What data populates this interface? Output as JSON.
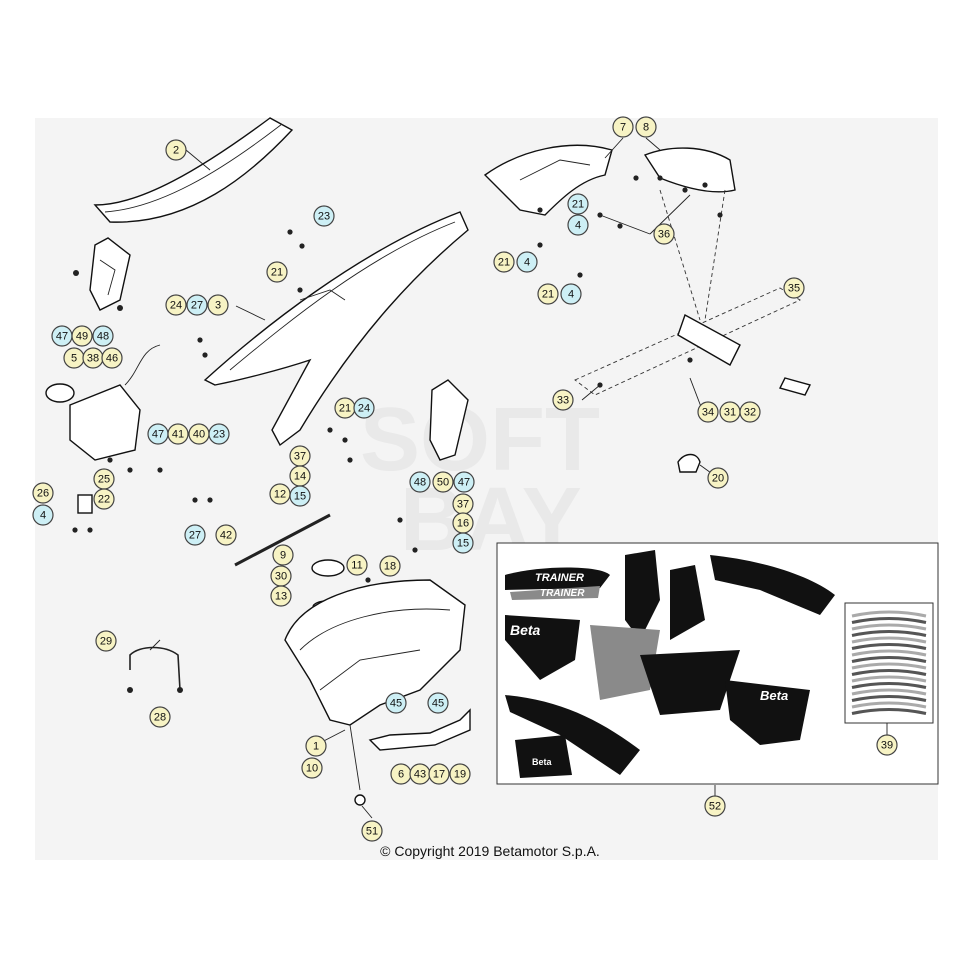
{
  "diagram": {
    "callouts": [
      {
        "label": "2",
        "style": "y"
      },
      {
        "label": "7",
        "style": "y"
      },
      {
        "label": "8",
        "style": "y"
      },
      {
        "label": "23",
        "style": "b"
      },
      {
        "label": "21",
        "style": "y"
      },
      {
        "label": "21",
        "style": "b"
      },
      {
        "label": "4",
        "style": "b"
      },
      {
        "label": "21",
        "style": "y"
      },
      {
        "label": "4",
        "style": "b"
      },
      {
        "label": "21",
        "style": "y"
      },
      {
        "label": "4",
        "style": "b"
      },
      {
        "label": "36",
        "style": "y"
      },
      {
        "label": "24",
        "style": "y"
      },
      {
        "label": "27",
        "style": "b"
      },
      {
        "label": "3",
        "style": "y"
      },
      {
        "label": "47",
        "style": "b"
      },
      {
        "label": "49",
        "style": "y"
      },
      {
        "label": "48",
        "style": "b"
      },
      {
        "label": "35",
        "style": "y"
      },
      {
        "label": "5",
        "style": "y"
      },
      {
        "label": "38",
        "style": "y"
      },
      {
        "label": "46",
        "style": "y"
      },
      {
        "label": "33",
        "style": "y"
      },
      {
        "label": "34",
        "style": "y"
      },
      {
        "label": "31",
        "style": "y"
      },
      {
        "label": "32",
        "style": "y"
      },
      {
        "label": "21",
        "style": "y"
      },
      {
        "label": "24",
        "style": "b"
      },
      {
        "label": "47",
        "style": "b"
      },
      {
        "label": "41",
        "style": "y"
      },
      {
        "label": "40",
        "style": "y"
      },
      {
        "label": "23",
        "style": "b"
      },
      {
        "label": "37",
        "style": "y"
      },
      {
        "label": "14",
        "style": "y"
      },
      {
        "label": "20",
        "style": "y"
      },
      {
        "label": "25",
        "style": "y"
      },
      {
        "label": "48",
        "style": "b"
      },
      {
        "label": "50",
        "style": "y"
      },
      {
        "label": "47",
        "style": "b"
      },
      {
        "label": "26",
        "style": "y"
      },
      {
        "label": "22",
        "style": "y"
      },
      {
        "label": "12",
        "style": "y"
      },
      {
        "label": "15",
        "style": "b"
      },
      {
        "label": "37",
        "style": "y"
      },
      {
        "label": "4",
        "style": "b"
      },
      {
        "label": "27",
        "style": "b"
      },
      {
        "label": "42",
        "style": "y"
      },
      {
        "label": "16",
        "style": "y"
      },
      {
        "label": "15",
        "style": "b"
      },
      {
        "label": "9",
        "style": "y"
      },
      {
        "label": "11",
        "style": "y"
      },
      {
        "label": "30",
        "style": "y"
      },
      {
        "label": "18",
        "style": "y"
      },
      {
        "label": "13",
        "style": "y"
      },
      {
        "label": "29",
        "style": "y"
      },
      {
        "label": "28",
        "style": "y"
      },
      {
        "label": "45",
        "style": "b"
      },
      {
        "label": "45",
        "style": "b"
      },
      {
        "label": "1",
        "style": "y"
      },
      {
        "label": "10",
        "style": "y"
      },
      {
        "label": "6",
        "style": "y"
      },
      {
        "label": "43",
        "style": "y"
      },
      {
        "label": "17",
        "style": "y"
      },
      {
        "label": "19",
        "style": "y"
      },
      {
        "label": "39",
        "style": "y"
      },
      {
        "label": "51",
        "style": "y"
      },
      {
        "label": "52",
        "style": "y"
      }
    ],
    "decal_texts": [
      "TRAINER",
      "TRAINER",
      "Beta",
      "Beta",
      "Beta"
    ],
    "watermark": [
      "SOFT",
      "BAY"
    ],
    "colors": {
      "callout_yellow": "#f7f3c4",
      "callout_blue": "#cdeff5",
      "decal_black": "#111111",
      "decal_grey": "#8a8a8a"
    }
  },
  "footer": {
    "copyright": "© Copyright 2019 Betamotor S.p.A."
  }
}
